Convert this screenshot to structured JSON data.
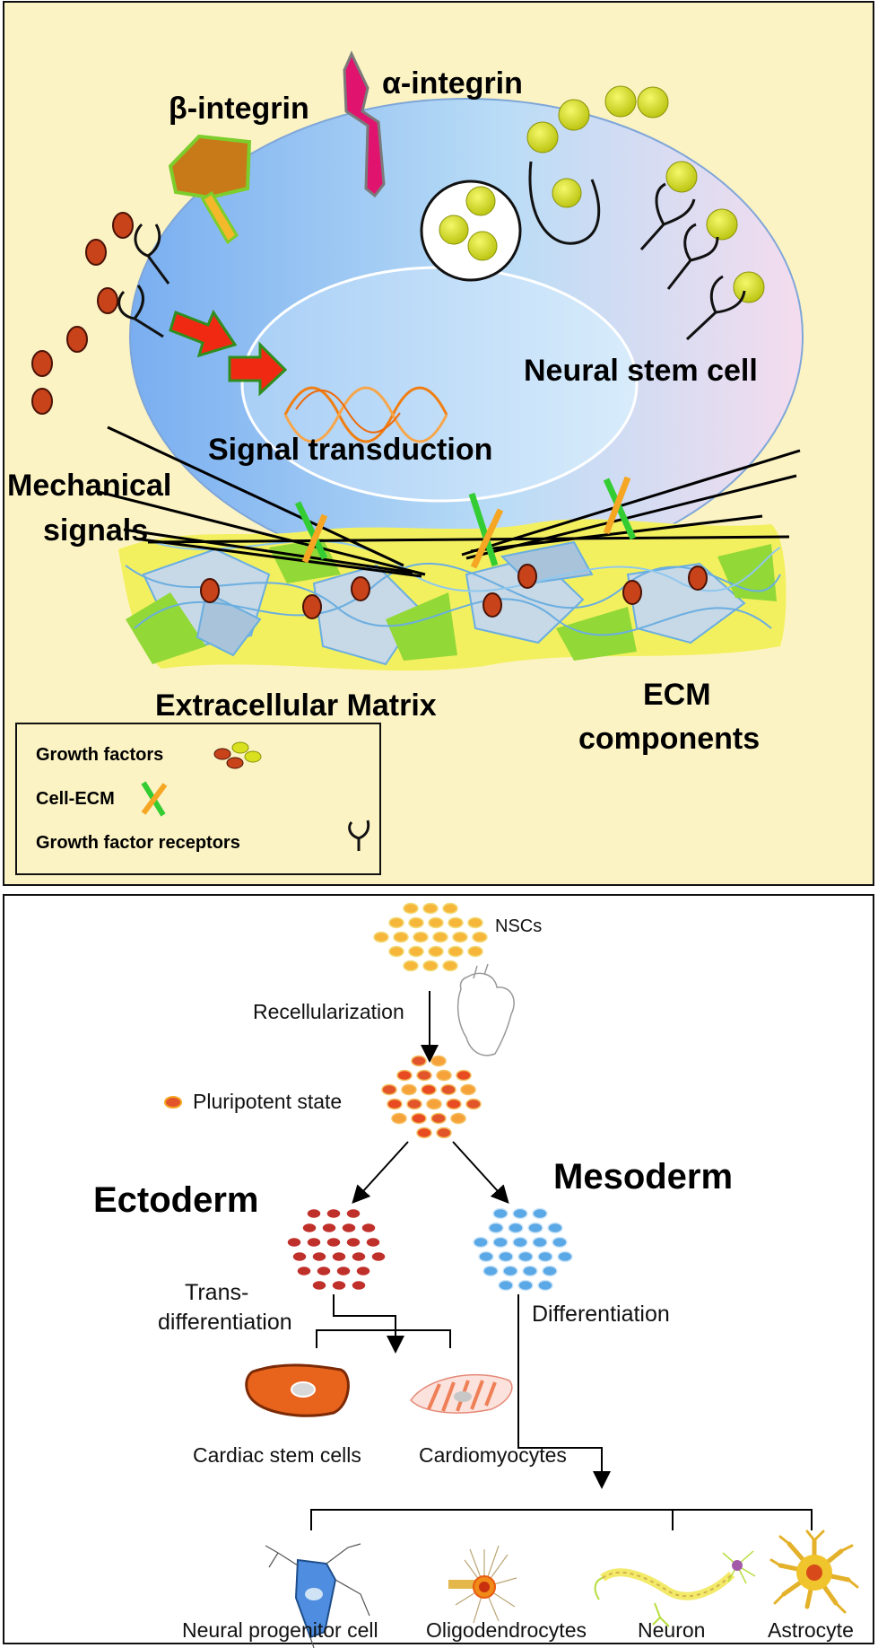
{
  "top_panel": {
    "labels": {
      "beta_integrin": "β-integrin",
      "alpha_integrin": "α-integrin",
      "neural_stem_cell": "Neural stem cell",
      "signal_transduction": "Signal transduction",
      "mechanical_1": "Mechanical",
      "mechanical_2": "signals",
      "extracellular_matrix": "Extracellular Matrix",
      "ecm_components_1": "ECM",
      "ecm_components_2": "components"
    },
    "legend": {
      "growth_factors": "Growth factors",
      "cell_ecm": "Cell-ECM",
      "growth_factor_receptors": "Growth factor receptors"
    }
  },
  "bottom_panel": {
    "labels": {
      "nscs": "NSCs",
      "recellularization": "Recellularization",
      "pluripotent_state": "Pluripotent state",
      "ectoderm": "Ectoderm",
      "mesoderm": "Mesoderm",
      "trans_1": "Trans-",
      "trans_2": "differentiation",
      "differentiation": "Differentiation",
      "cardiac_stem_cells": "Cardiac stem cells",
      "cardiomyocytes": "Cardiomyocytes",
      "neural_progenitor": "Neural progenitor cell",
      "oligodendrocytes": "Oligodendrocytes",
      "neuron": "Neuron",
      "astrocyte": "Astrocyte"
    }
  },
  "colors": {
    "top_bg": "#fcf3c4",
    "growth_factor_red": "#c8431a",
    "growth_factor_yellow": "#d8e020",
    "cell_ecm_green": "#33cc33",
    "cell_ecm_orange": "#f5a623",
    "mesoderm_blue": "#5aa8e6",
    "ectoderm_red": "#c0302a"
  }
}
